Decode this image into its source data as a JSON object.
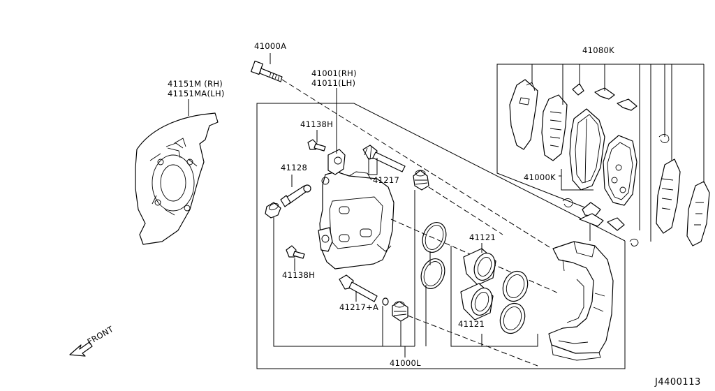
{
  "labels": {
    "bolt_main": "41000A",
    "caliper_rh": "41001(RH)",
    "caliper_lh": "41011(LH)",
    "shield_rh": "41151M (RH)",
    "shield_lh": "41151MA(LH)",
    "pad_kit": "41080K",
    "bolt_upper": "41138H",
    "pad_set": "41000K",
    "sleeve": "41128",
    "pin_upper": "41217",
    "piston_upper": "41121",
    "bolt_lower": "41138H",
    "pin_lower": "41217+A",
    "piston_lower": "41121",
    "seal_kit": "41000L",
    "front": "FRONT",
    "diagram_code": "J4400113"
  }
}
